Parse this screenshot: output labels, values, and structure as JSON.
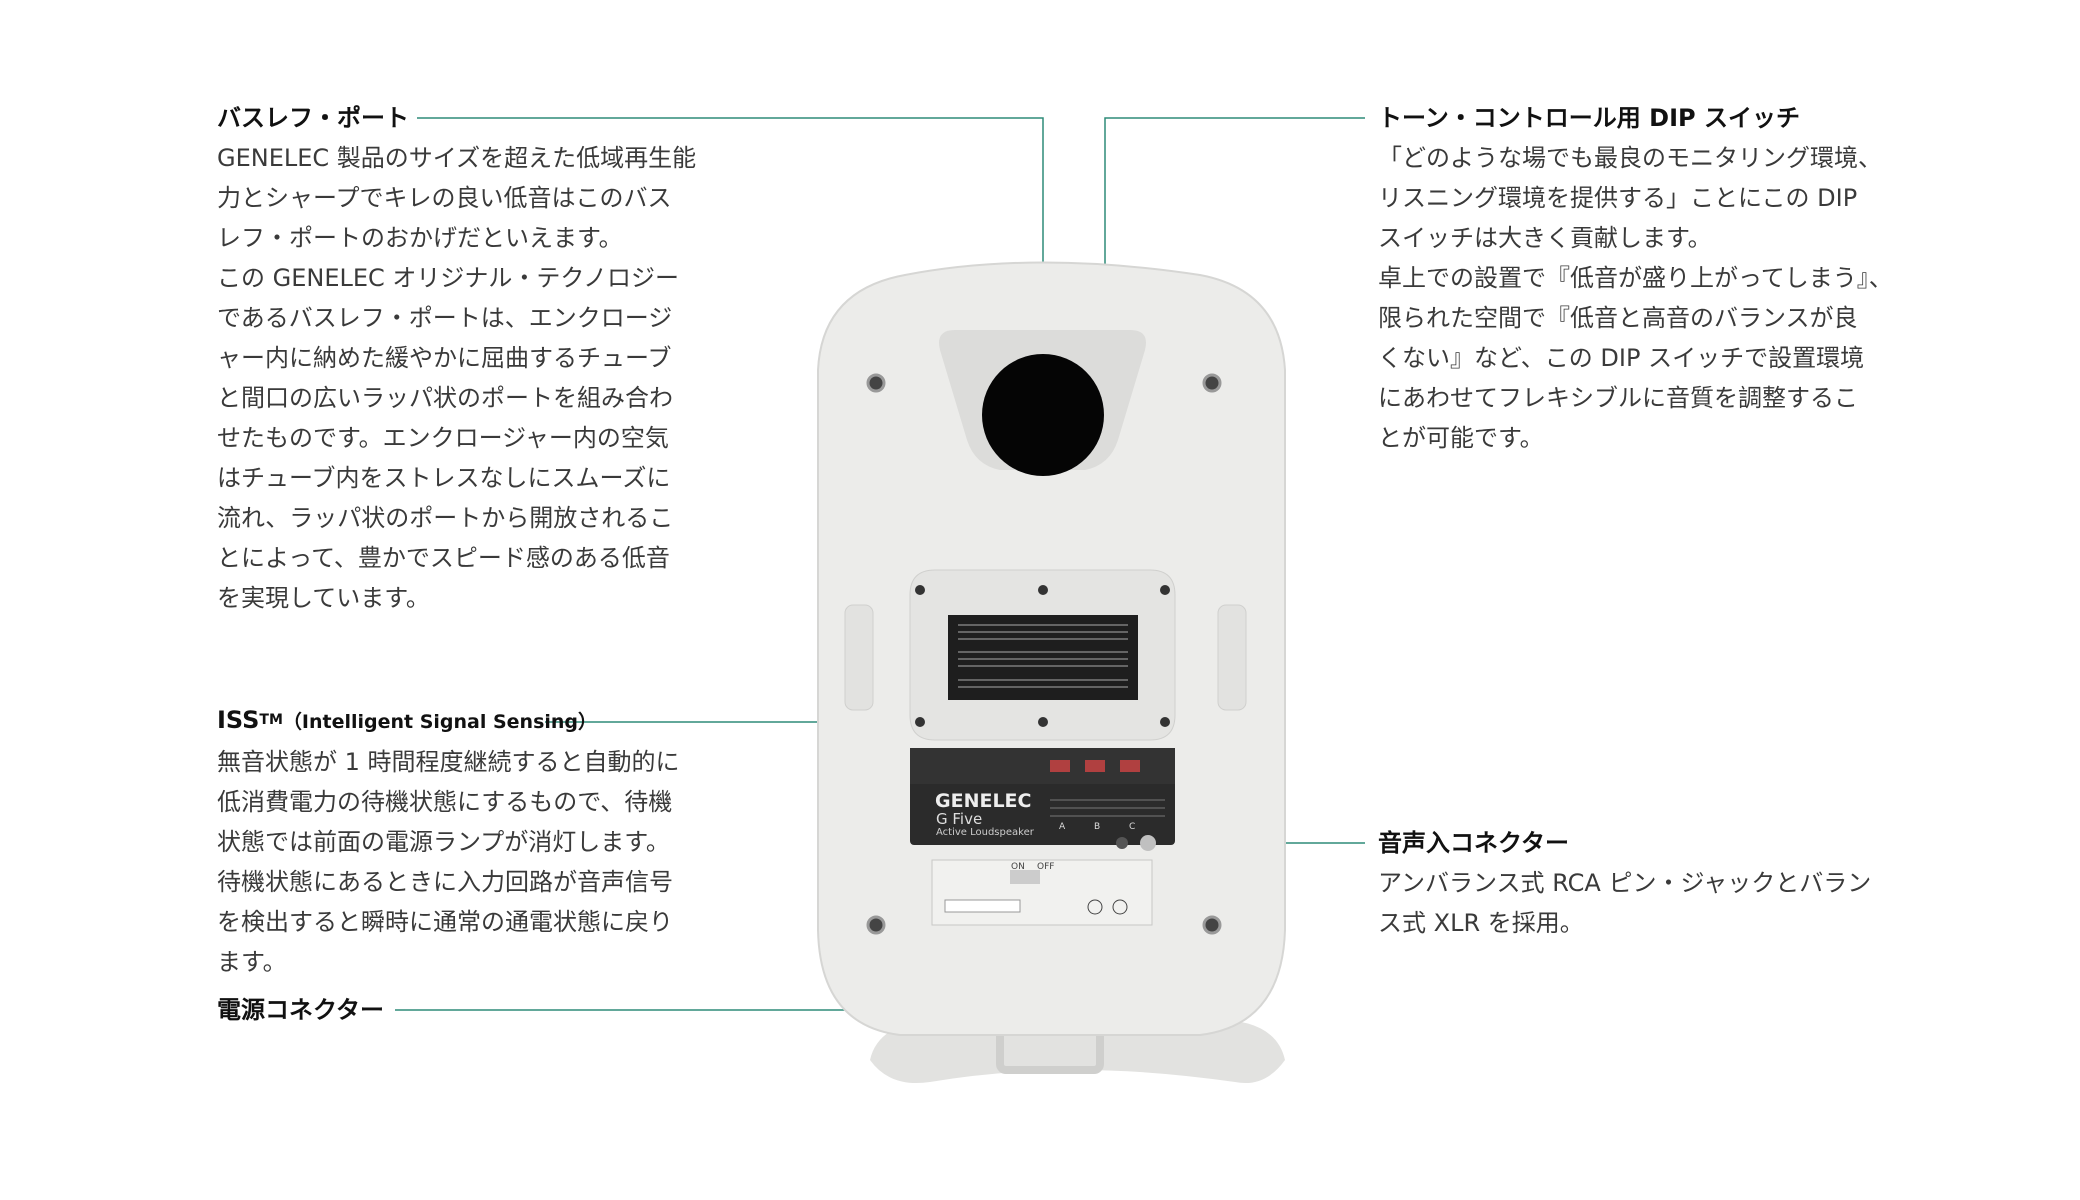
{
  "colors": {
    "leader_line": "#2f8c78",
    "speaker_body": "#ececea",
    "panel": "#2b2b2b"
  },
  "bass_reflex": {
    "title": "バスレフ・ポート",
    "lines": [
      "GENELEC 製品のサイズを超えた低域再生能",
      "力とシャープでキレの良い低音はこのバス",
      "レフ・ポートのおかげだといえます。",
      "この GENELEC オリジナル・テクノロジー",
      "であるバスレフ・ポートは、エンクロージ",
      "ャー内に納めた緩やかに屈曲するチューブ",
      "と間口の広いラッパ状のポートを組み合わ",
      "せたものです。エンクロージャー内の空気",
      "はチューブ内をストレスなしにスムーズに",
      "流れ、ラッパ状のポートから開放されるこ",
      "とによって、豊かでスピード感のある低音",
      "を実現しています。"
    ]
  },
  "iss": {
    "title_main": "ISS",
    "title_tm": "TM",
    "title_sub": "（Intelligent Signal Sensing）",
    "lines": [
      "無音状態が 1 時間程度継続すると自動的に",
      "低消費電力の待機状態にするもので、待機",
      "状態では前面の電源ランプが消灯します。",
      "待機状態にあるときに入力回路が音声信号",
      "を検出すると瞬時に通常の通電状態に戻り",
      "ます。"
    ]
  },
  "power": {
    "title": "電源コネクター"
  },
  "dip": {
    "title": "トーン・コントロール用 DIP スイッチ",
    "lines": [
      "「どのような場でも最良のモニタリング環境、",
      "リスニング環境を提供する」ことにこの DIP",
      "スイッチは大きく貢献します。",
      "卓上での設置で『低音が盛り上がってしまう』、",
      "限られた空間で『低音と高音のバランスが良",
      "くない』など、この DIP スイッチで設置環境",
      "にあわせてフレキシブルに音質を調整するこ",
      "とが可能です。"
    ]
  },
  "audio_input": {
    "title": "音声入コネクター",
    "lines": [
      "アンバランス式 RCA ピン・ジャックとバラン",
      "ス式 XLR を採用。"
    ]
  },
  "speaker": {
    "brand": "GENELEC",
    "model": "G Five",
    "subtitle": "Active Loudspeaker",
    "switch_on": "ON",
    "switch_off": "OFF",
    "dip_labels": [
      "A",
      "B",
      "C"
    ]
  }
}
